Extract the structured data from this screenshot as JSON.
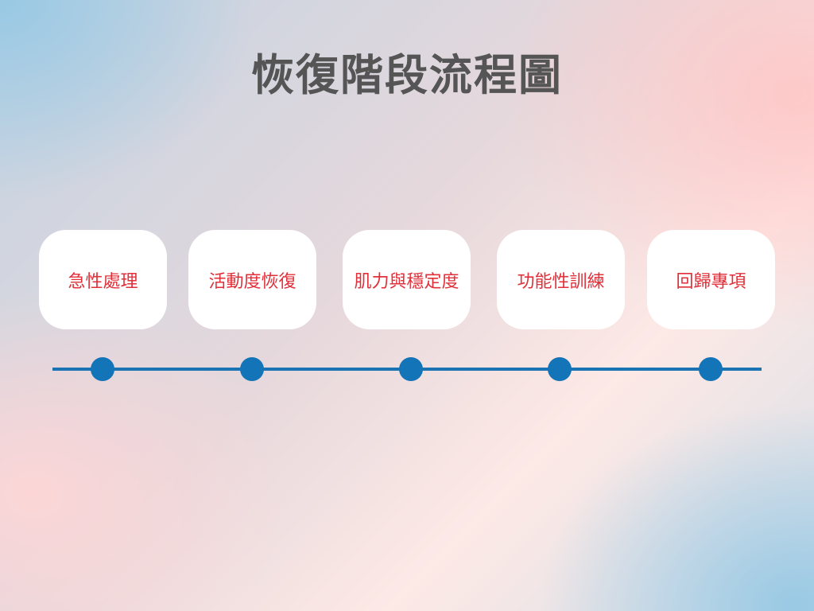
{
  "title": "恢復階段流程圖",
  "colors": {
    "title": "#555555",
    "card_background": "#ffffff",
    "card_text": "#e0303a",
    "timeline": "#1a73b3",
    "node": "#1474b8"
  },
  "stages": [
    {
      "label": "急性處理"
    },
    {
      "label": "活動度恢復"
    },
    {
      "label": "肌力與穩定度"
    },
    {
      "label": "功能性訓練"
    },
    {
      "label": "回歸專項"
    }
  ]
}
